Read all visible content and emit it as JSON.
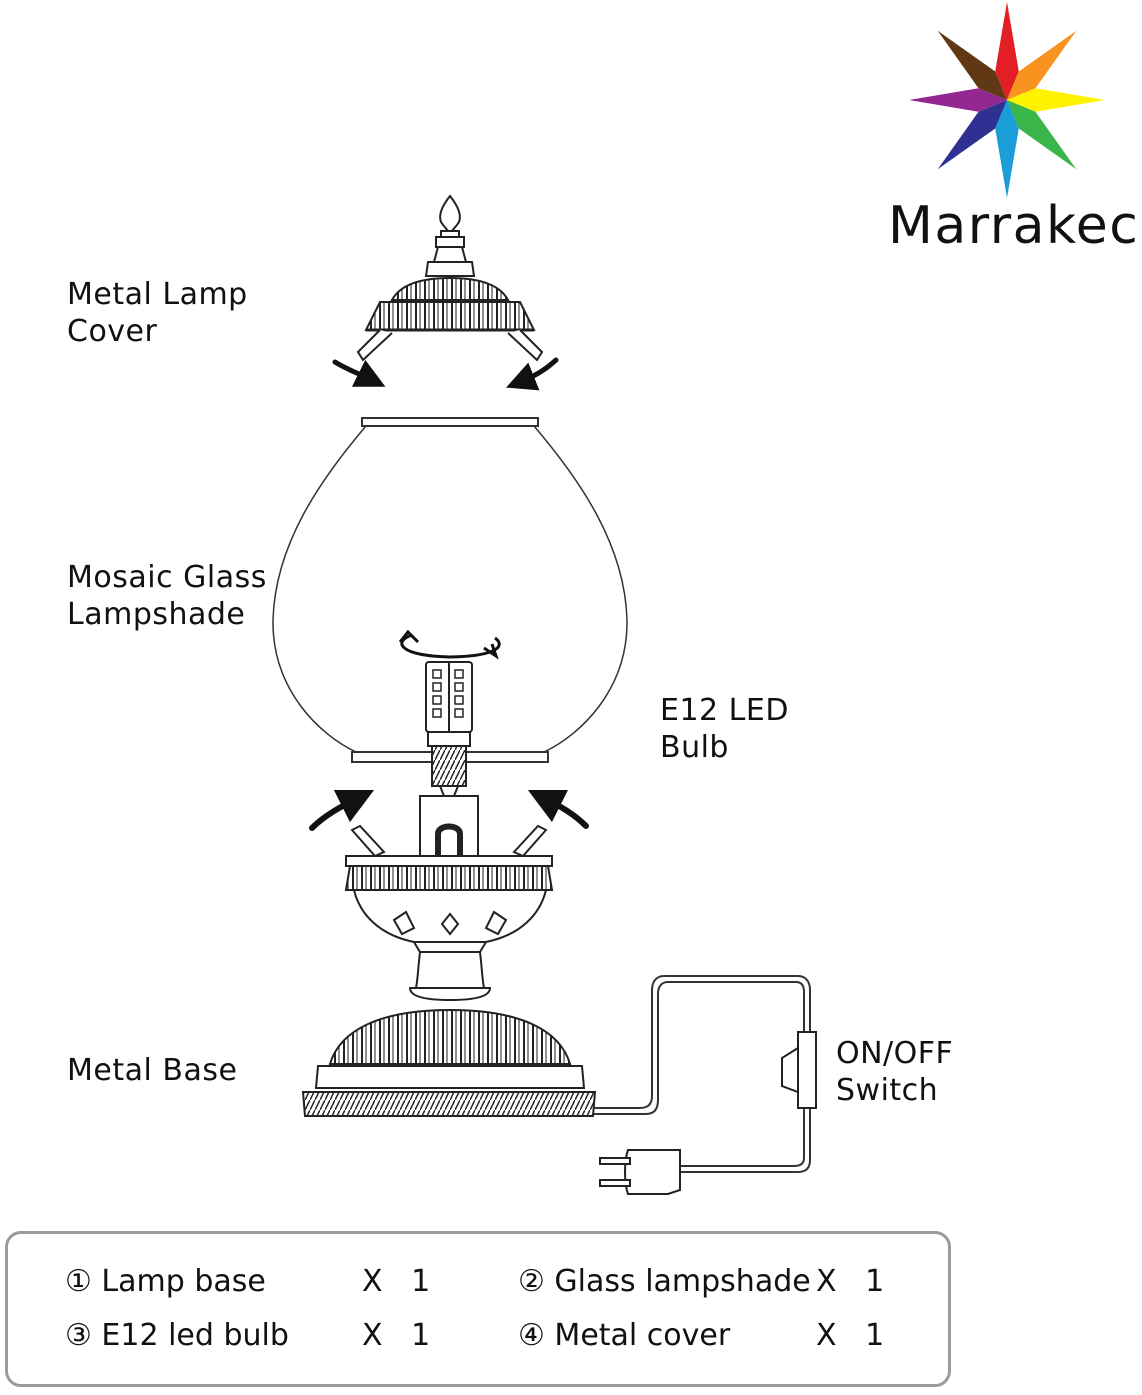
{
  "brand": {
    "name": "Marrakech",
    "star_colors": [
      "#e31e24",
      "#f7931e",
      "#fff200",
      "#39b54a",
      "#1b9ed8",
      "#2e3192",
      "#92278f",
      "#603813"
    ]
  },
  "labels": {
    "metal_lamp_cover": [
      "Metal Lamp",
      "Cover"
    ],
    "mosaic_glass_lampshade": [
      "Mosaic Glass",
      "Lampshade"
    ],
    "e12_led_bulb": [
      "E12 LED",
      "Bulb"
    ],
    "metal_base": [
      "Metal Base"
    ],
    "on_off_switch": [
      "ON/OFF",
      "Switch"
    ]
  },
  "parts_list": [
    {
      "name": "① Lamp base",
      "quantity": "X   1"
    },
    {
      "name": "② Glass lampshade",
      "quantity": "X   1"
    },
    {
      "name": "③ E12 led bulb",
      "quantity": "X   1"
    },
    {
      "name": "④ Metal cover",
      "quantity": "X   1"
    }
  ]
}
